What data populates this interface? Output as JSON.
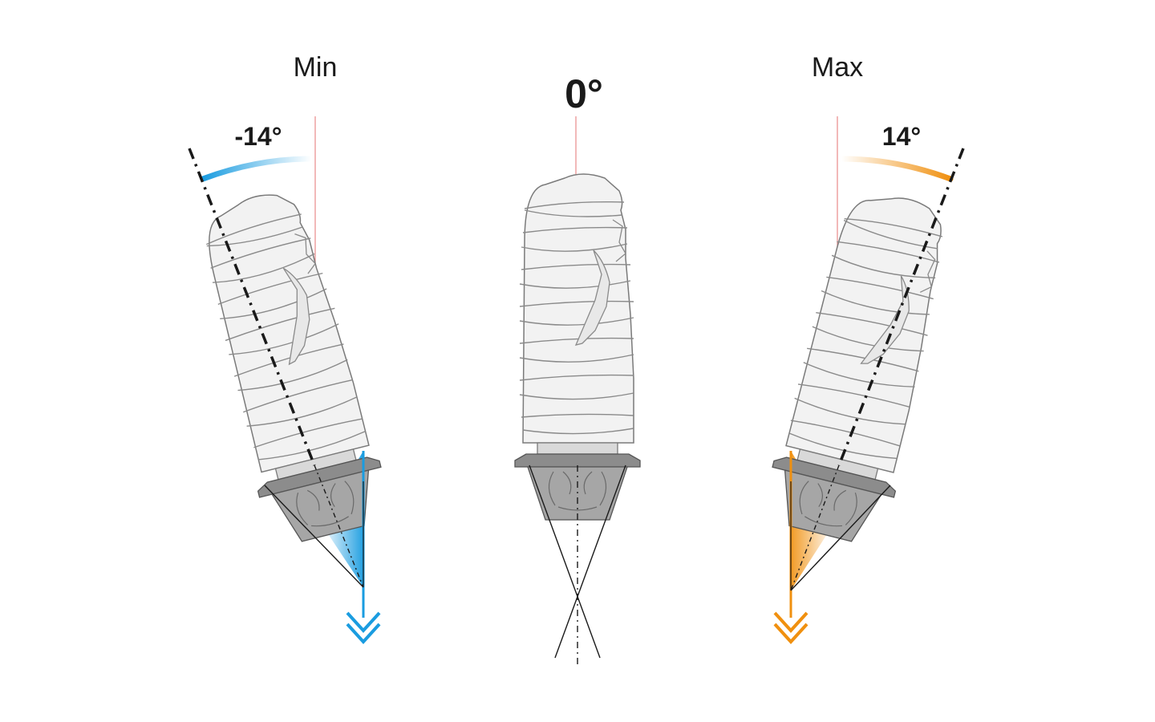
{
  "labels": {
    "min_heading": "Min",
    "center_heading": "0°",
    "max_heading": "Max",
    "min_angle": "-14°",
    "max_angle": "14°"
  },
  "angles": {
    "min": -14,
    "center": 0,
    "max": 14
  },
  "colors": {
    "min_accent": "#1a9ce0",
    "max_accent": "#f0900f",
    "reference_line": "#e88a8a",
    "axis_line": "#1a1a1a",
    "body_fill": "#f2f2f2",
    "body_stroke": "#7a7a7a",
    "collar_fill": "#8c8c8c",
    "cone_fill": "#a6a6a6"
  },
  "icons": {
    "min_arrow": "chevron-double-down-icon",
    "max_arrow": "chevron-double-down-icon"
  }
}
